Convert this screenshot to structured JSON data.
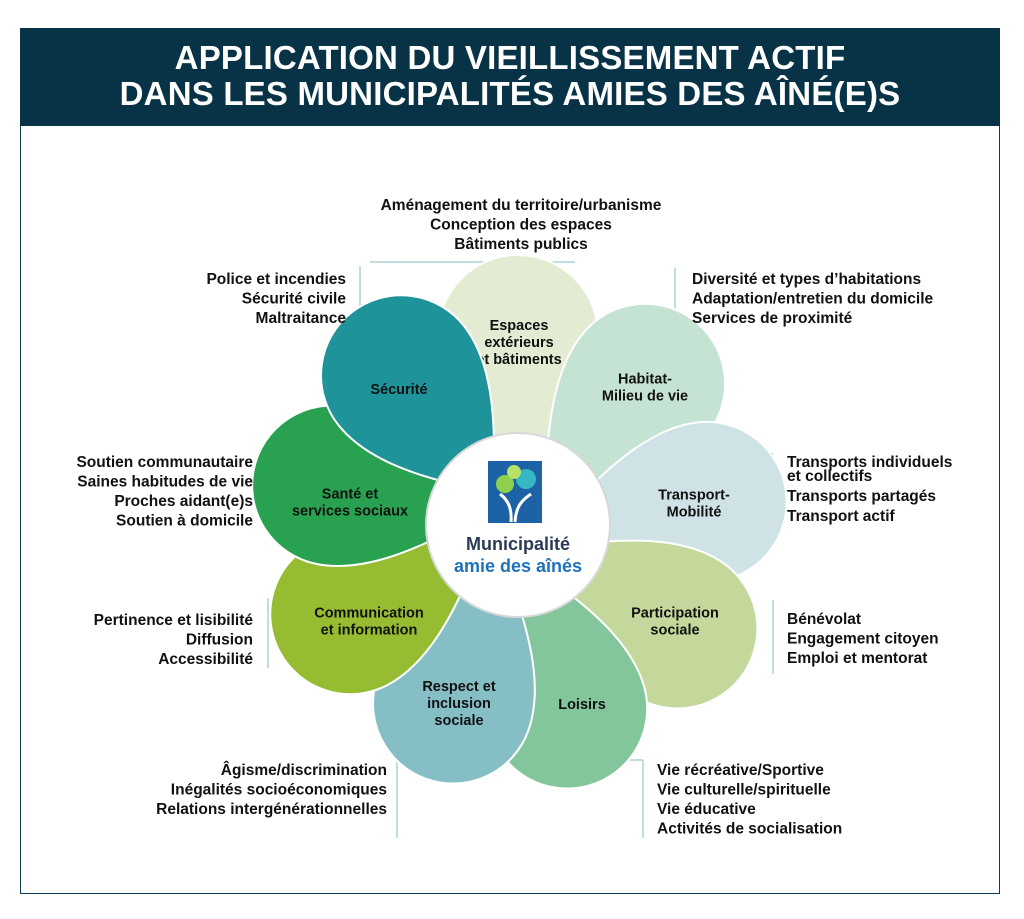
{
  "title": {
    "line1": "APPLICATION DU VIEILLISSEMENT ACTIF",
    "line2": "DANS LES MUNICIPALITÉS AMIES DES AÎNÉ(E)S"
  },
  "logo": {
    "line1": "Municipalité",
    "line2": "amie des aînés",
    "colors": {
      "primary": "#1d62a6",
      "text_dark": "#2b3a55",
      "text_blue": "#1e73b8"
    }
  },
  "petals": [
    {
      "id": "espaces",
      "label": [
        "Espaces",
        "extérieurs",
        "et bâtiments"
      ],
      "color": "#e3ebd3",
      "items": [
        "Aménagement du territoire/urbanisme",
        "Conception des espaces",
        "Bâtiments publics"
      ]
    },
    {
      "id": "habitat",
      "label": [
        "Habitat-",
        "Milieu de vie"
      ],
      "color": "#c5e3d2",
      "items": [
        "Diversité et types d’habitations",
        "Adaptation/entretien du domicile",
        "Services de proximité"
      ]
    },
    {
      "id": "transport",
      "label": [
        "Transport-",
        "Mobilité"
      ],
      "color": "#cfe2e6",
      "items": [
        "Transports individuels",
        "et collectifs",
        "Transports partagés",
        "Transport actif"
      ]
    },
    {
      "id": "participation",
      "label": [
        "Participation",
        "sociale"
      ],
      "color": "#c3d89a",
      "items": [
        "Bénévolat",
        "Engagement citoyen",
        "Emploi et mentorat"
      ]
    },
    {
      "id": "loisirs",
      "label": [
        "Loisirs"
      ],
      "color": "#84c69b",
      "items": [
        "Vie récréative/Sportive",
        "Vie culturelle/spirituelle",
        "Vie éducative",
        "Activités de socialisation"
      ]
    },
    {
      "id": "respect",
      "label": [
        "Respect et",
        "inclusion",
        "sociale"
      ],
      "color": "#86bec6",
      "items": [
        "Âgisme/discrimination",
        "Inégalités socioéconomiques",
        "Relations intergénérationnelles"
      ]
    },
    {
      "id": "communication",
      "label": [
        "Communication",
        "et information"
      ],
      "color": "#96bd32",
      "items": [
        "Pertinence et lisibilité",
        "Diffusion",
        "Accessibilité"
      ]
    },
    {
      "id": "sante",
      "label": [
        "Santé et",
        "services sociaux"
      ],
      "color": "#28a150",
      "items": [
        "Soutien communautaire",
        "Saines habitudes de vie",
        "Proches aidant(e)s",
        "Soutien à domicile"
      ]
    },
    {
      "id": "securite",
      "label": [
        "Sécurité"
      ],
      "color": "#1e9399",
      "items": [
        "Police et incendies",
        "Sécurité civile",
        "Maltraitance"
      ]
    }
  ],
  "connector_color": "#9fc9cc"
}
